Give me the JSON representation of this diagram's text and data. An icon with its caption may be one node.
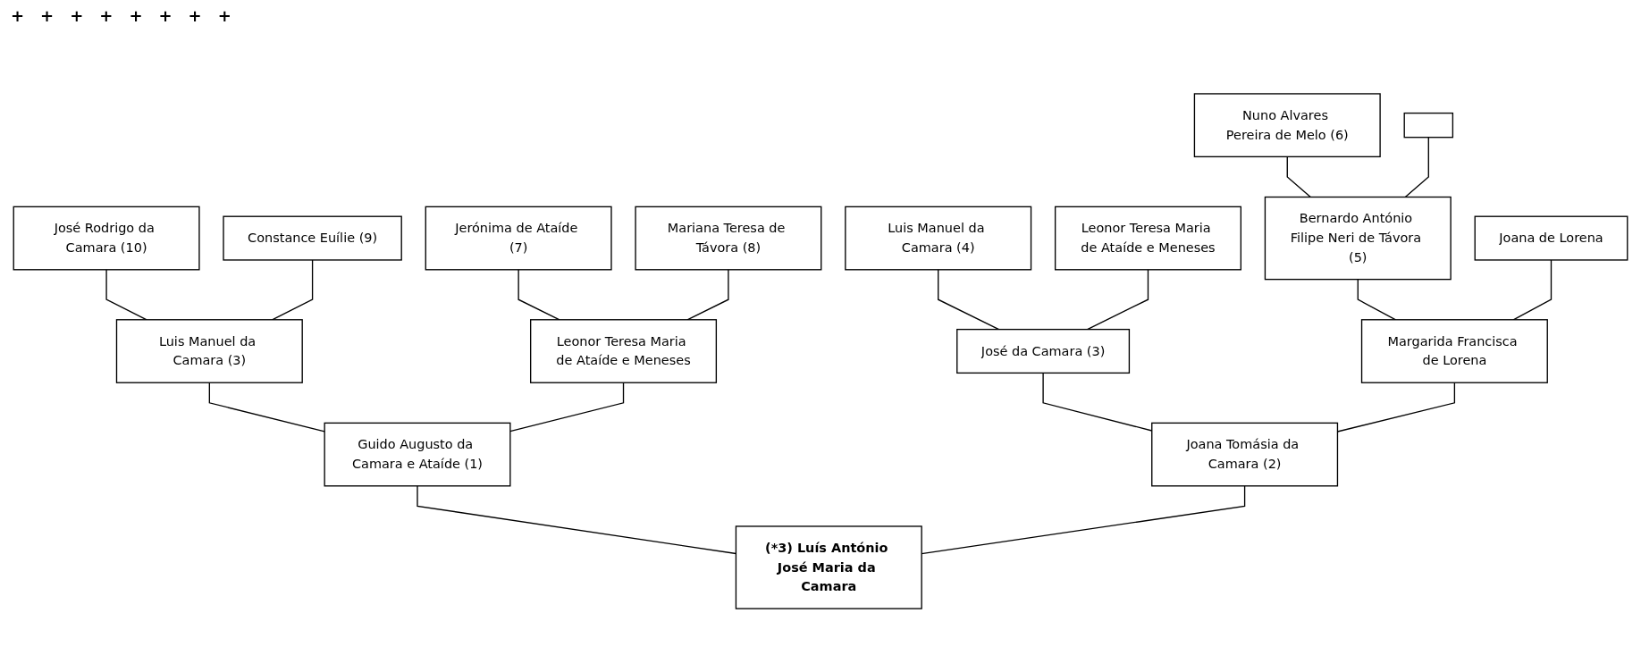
{
  "diagram": {
    "nodes": [
      {
        "text": [
          "Nuno Alvares Pereira de Melo (6)"
        ]
      },
      {
        "text": [],
        "shape": "box"
      },
      {
        "text": [
          "José Rodrigo da Camara (10)"
        ]
      },
      {
        "text": [
          "Constance Euílie (9)"
        ]
      },
      {
        "text": [
          "Jerónima de Ataíde (7)"
        ]
      },
      {
        "text": [
          "Mariana Teresa de Távora (8)"
        ]
      },
      {
        "text": [
          "Luis Manuel da Camara (4)"
        ]
      },
      {
        "text": [
          "Leonor Teresa Maria de Ataíde e Meneses"
        ]
      },
      {
        "text": [
          "Bernardo António Filipe Neri de Távora (5)"
        ]
      },
      {
        "text": [
          "Joana de Lorena"
        ]
      },
      {
        "text": [
          "Luis Manuel da Camara (3)"
        ]
      },
      {
        "text": [
          "Leonor Teresa Maria de Ataíde e Meneses"
        ]
      },
      {
        "text": [
          "José da Camara (3)"
        ]
      },
      {
        "text": [
          "Margarida Francisca de Lorena"
        ]
      },
      {
        "text": [
          "Guido Augusto da Camara e Ataíde (1)"
        ]
      },
      {
        "text": [
          "Joana Tomásia da Camara (2)"
        ]
      },
      {
        "text": [
          "(*3) Luís António José Maria da Camara"
        ]
      }
    ],
    "edges": [
      {
        "from": 0,
        "to": 8,
        "arrow": "none"
      },
      {
        "from": 1,
        "to": 8,
        "arrow": "none"
      },
      {
        "from": 2,
        "to": 10,
        "arrow": "none"
      },
      {
        "from": 3,
        "to": 10,
        "arrow": "none"
      },
      {
        "from": 4,
        "to": 11,
        "arrow": "none"
      },
      {
        "from": 5,
        "to": 11,
        "arrow": "none"
      },
      {
        "from": 6,
        "to": 12,
        "arrow": "none"
      },
      {
        "from": 7,
        "to": 12,
        "arrow": "none"
      },
      {
        "from": 8,
        "to": 13,
        "arrow": "none"
      },
      {
        "from": 9,
        "to": 13,
        "arrow": "none"
      },
      {
        "from": 10,
        "to": 14,
        "arrow": "none"
      },
      {
        "from": 11,
        "to": 14,
        "arrow": "none"
      },
      {
        "from": 12,
        "to": 15,
        "arrow": "none"
      },
      {
        "from": 13,
        "to": 15,
        "arrow": "none"
      },
      {
        "from": 14,
        "to": 16,
        "arrow": "none"
      },
      {
        "from": 15,
        "to": 16,
        "arrow": "none"
      }
    ],
    "labels": [
      "+",
      "+",
      "+",
      "+",
      "+",
      "+",
      "+",
      "+"
    ]
  }
}
